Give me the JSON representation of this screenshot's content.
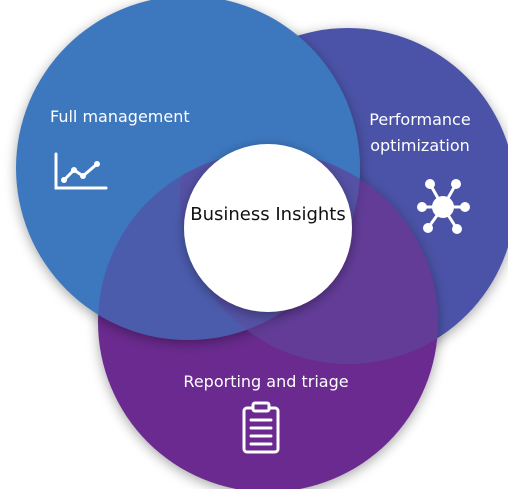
{
  "diagram": {
    "circles": [
      {
        "id": "full-management",
        "label": "Full management",
        "icon": "line-chart-icon",
        "color": "#3d77be"
      },
      {
        "id": "performance-optimization",
        "label": "Performance optimization",
        "icon": "network-hub-icon",
        "color": "#4b52a8"
      },
      {
        "id": "reporting-and-triage",
        "label": "Reporting and triage",
        "icon": "clipboard-list-icon",
        "color": "#6b2b8f"
      }
    ],
    "center": {
      "label": "Business Insights",
      "color": "#ffffff"
    },
    "overlap_color": "#5d4aa0"
  }
}
